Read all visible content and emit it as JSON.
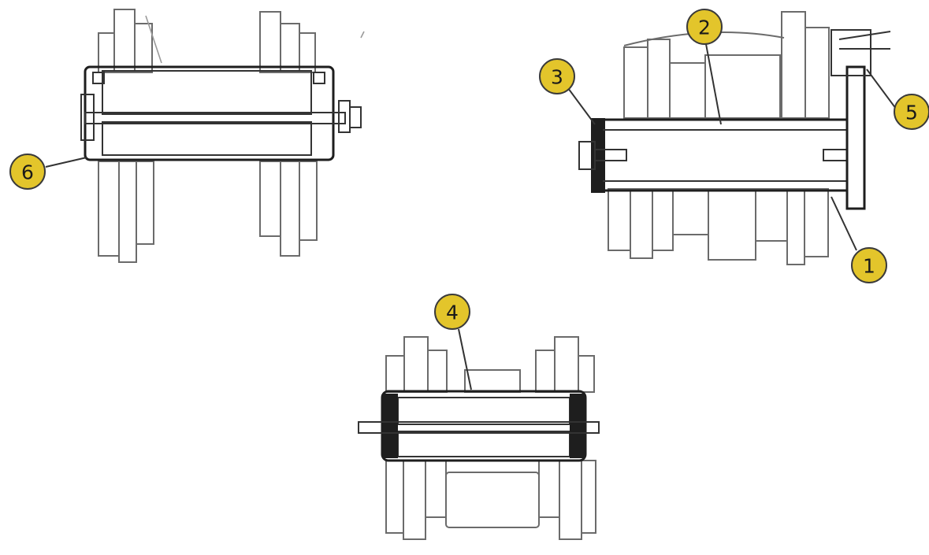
{
  "colors": {
    "callout_fill": "#e3c52b",
    "callout_stroke": "#3a3a3a",
    "line": "#6b6b6b",
    "section_outline": "#1e1e1e"
  },
  "callouts": [
    {
      "id": "callout-1",
      "label": "1"
    },
    {
      "id": "callout-2",
      "label": "2"
    },
    {
      "id": "callout-3",
      "label": "3"
    },
    {
      "id": "callout-4",
      "label": "4"
    },
    {
      "id": "callout-5",
      "label": "5"
    },
    {
      "id": "callout-6",
      "label": "6"
    }
  ]
}
